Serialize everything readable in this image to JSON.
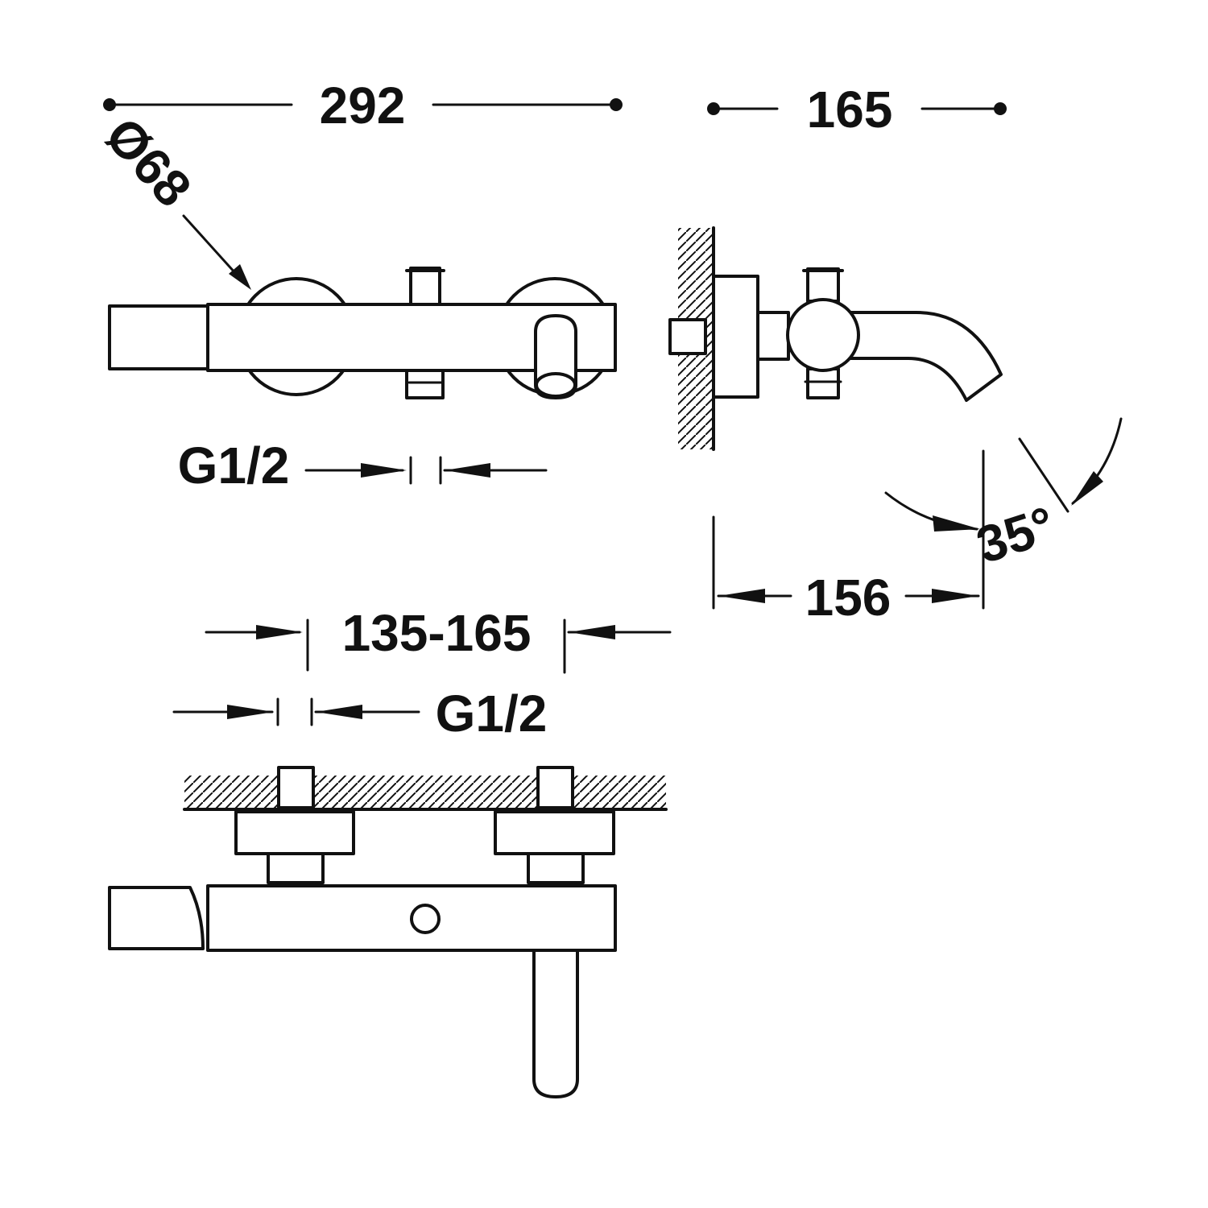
{
  "dimensions": {
    "overall_width": "292",
    "projection": "165",
    "rosette_diameter": "Ø68",
    "thread_top": "G1/2",
    "spout_reach": "156",
    "spout_angle": "35°",
    "centers": "135-165",
    "thread_bottom": "G1/2"
  }
}
